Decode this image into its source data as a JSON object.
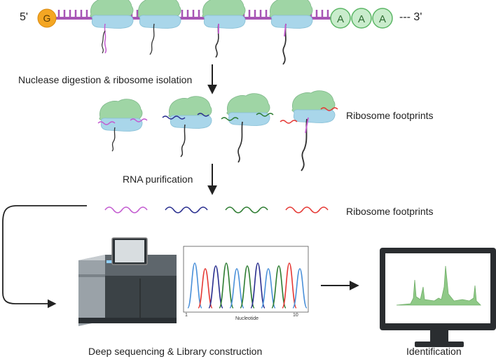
{
  "mrna": {
    "five_prime": "5'",
    "three_prime": "--- 3'",
    "cap": "G",
    "poly_a": [
      "A",
      "A",
      "A"
    ]
  },
  "steps": {
    "digestion": "Nuclease digestion & ribosome isolation",
    "purification": "RNA purification",
    "sequencing": "Deep sequencing & Library construction",
    "identification": "Identification"
  },
  "labels": {
    "footprints_1": "Ribosome footprints",
    "footprints_2": "Ribosome footprints"
  },
  "chromatogram": {
    "xlabel": "Nucleotide",
    "tick_start": "1",
    "tick_end": "10"
  },
  "colors": {
    "mrna": "#a755b5",
    "cap": "#f4a623",
    "poly_a": "#c9eccc",
    "ribosome_large": "#9fd5a5",
    "ribosome_small": "#a9d6ea",
    "peptide": "#333333",
    "footprint_colors": [
      "#c35bd0",
      "#2a2f8f",
      "#2e7d32",
      "#e53935"
    ]
  }
}
